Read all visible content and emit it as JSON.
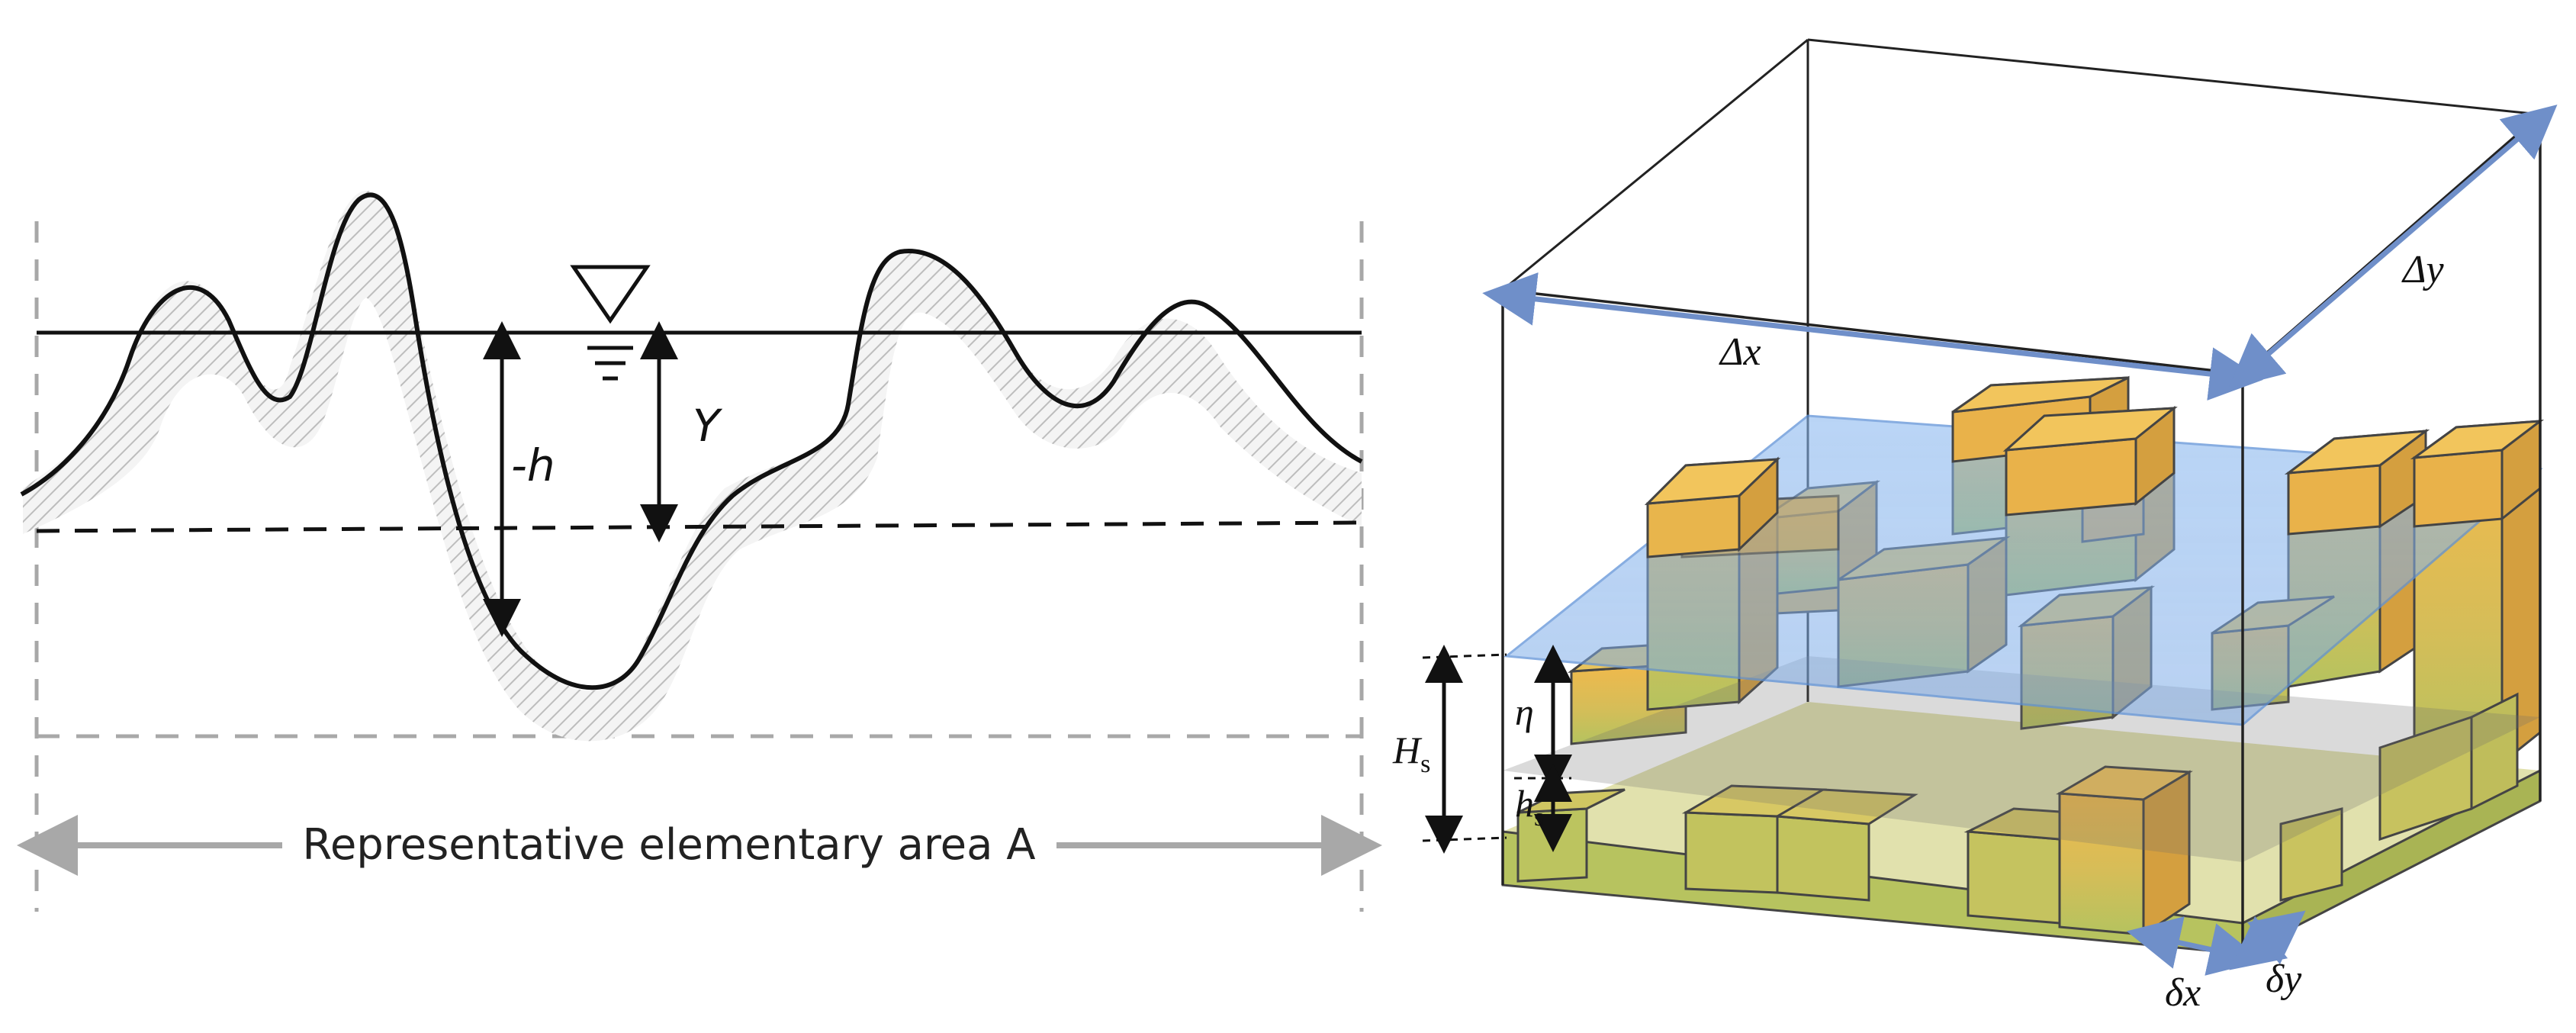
{
  "left_panel": {
    "depth_label": "-h",
    "water_depth_label": "Y",
    "area_label": "Representative elementary area A",
    "water_surface_symbol": "inverted-triangle-icon"
  },
  "right_panel": {
    "dx_label": "Δx",
    "dy_label": "Δy",
    "small_dx_label": "δx",
    "small_dy_label": "δy",
    "Hs_label": "H",
    "Hs_sub": "s",
    "eta_label": "η",
    "hs_label": "h",
    "hs_sub": "s"
  },
  "colors": {
    "water": "#7fb0ea",
    "block_top_gold": "#e9b24a",
    "block_bottom_green": "#b8c25e",
    "arrow_blue": "#6f8fc9",
    "hatch": "#bdbdbd",
    "dash_grey": "#a8a8a8"
  }
}
